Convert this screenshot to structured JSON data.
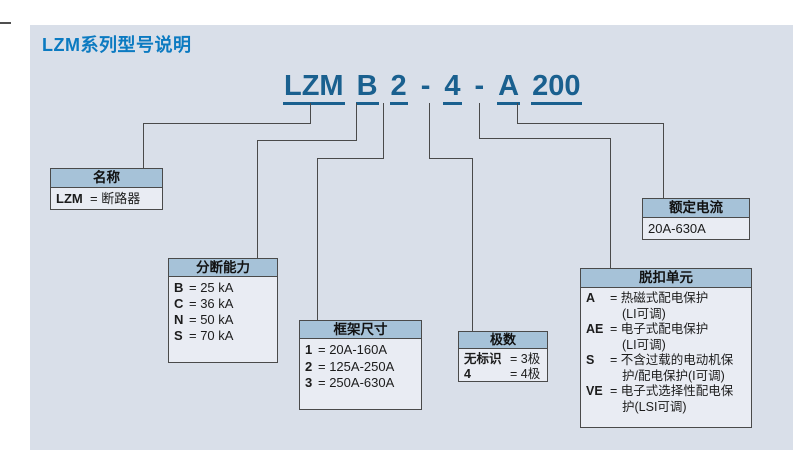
{
  "colors": {
    "panel-bg": "#d9dfe9",
    "header-bg": "#a6c2d8",
    "body-bg": "#e9ecf3",
    "border": "#4a4a4a",
    "line": "#4a4a4a",
    "title-blue": "#0b7ac1",
    "model-blue": "#1a608f",
    "text": "#1a1a1a"
  },
  "header": {
    "title": "LZM系列型号说明"
  },
  "model": {
    "segments": [
      {
        "text": "LZM"
      },
      {
        "text": "B"
      },
      {
        "text": "2"
      },
      {
        "text": "-"
      },
      {
        "text": "4"
      },
      {
        "text": "-"
      },
      {
        "text": "A"
      },
      {
        "text": "200"
      }
    ]
  },
  "boxes": {
    "name": {
      "title": "名称",
      "rows": [
        {
          "key": "LZM",
          "value": "= 断路器"
        }
      ]
    },
    "breaking": {
      "title": "分断能力",
      "rows": [
        {
          "key": "B",
          "value": "= 25 kA"
        },
        {
          "key": "C",
          "value": "= 36 kA"
        },
        {
          "key": "N",
          "value": "= 50 kA"
        },
        {
          "key": "S",
          "value": "= 70 kA"
        }
      ]
    },
    "frame": {
      "title": "框架尺寸",
      "rows": [
        {
          "key": "1",
          "value": "= 20A-160A"
        },
        {
          "key": "2",
          "value": "= 125A-250A"
        },
        {
          "key": "3",
          "value": "= 250A-630A"
        }
      ]
    },
    "poles": {
      "title": "极数",
      "rows": [
        {
          "key": "无标识",
          "value": "= 3极"
        },
        {
          "key": "4",
          "value": "= 4极"
        }
      ]
    },
    "trip": {
      "title": "脱扣单元",
      "rows": [
        {
          "key": "A",
          "value": "= 热磁式配电保护",
          "cont": "(LI可调)"
        },
        {
          "key": "AE",
          "value": "= 电子式配电保护",
          "cont": "(LI可调)"
        },
        {
          "key": "S",
          "value": "= 不含过载的电动机保",
          "cont": "护/配电保护(I可调)"
        },
        {
          "key": "VE",
          "value": "= 电子式选择性配电保",
          "cont": "护(LSI可调)"
        }
      ]
    },
    "current": {
      "title": "额定电流",
      "rows": [
        {
          "value": "20A-630A"
        }
      ]
    }
  }
}
